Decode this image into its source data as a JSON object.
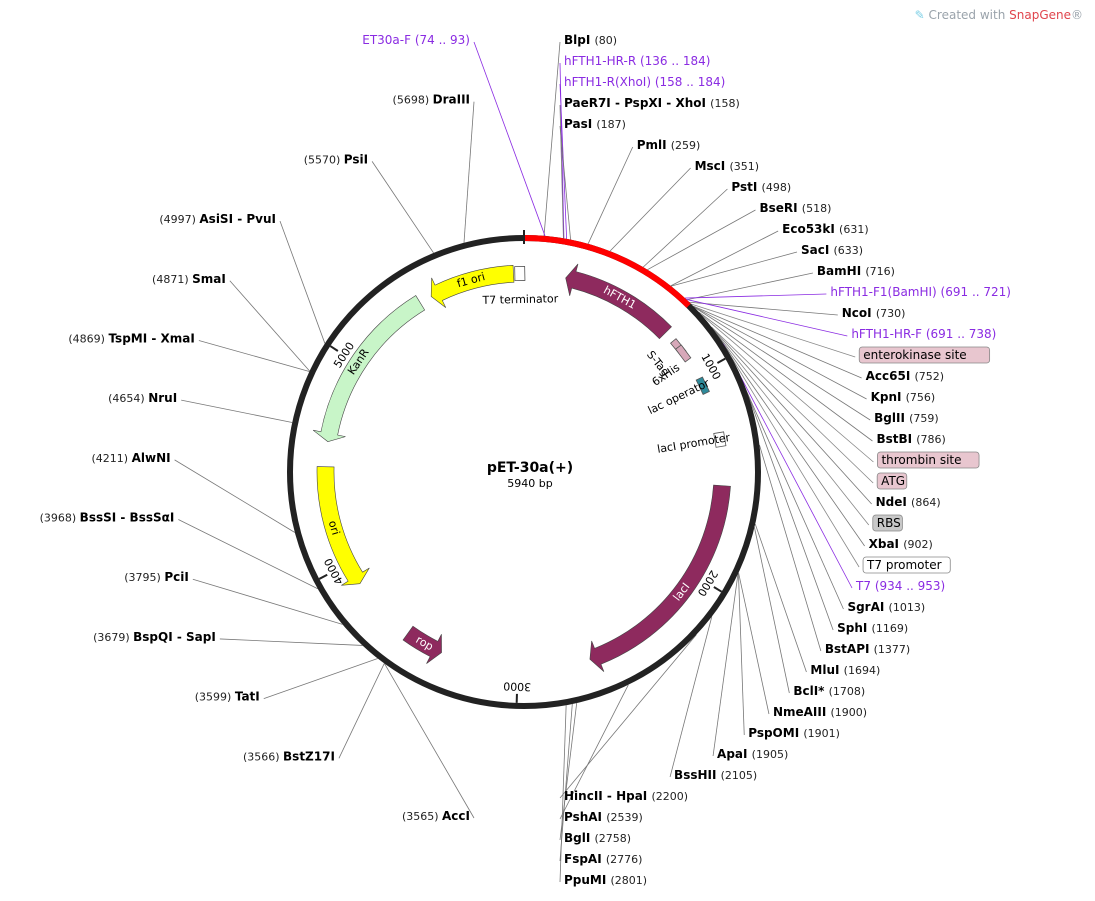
{
  "watermark": {
    "prefix": "Created with ",
    "brand": "SnapGene",
    "suffix": "®"
  },
  "plasmid": {
    "name": "pET-30a(+)",
    "size_label": "5940 bp",
    "length": 5940
  },
  "ticks": [
    {
      "pos": 1000,
      "label": "1000"
    },
    {
      "pos": 2000,
      "label": "2000"
    },
    {
      "pos": 3000,
      "label": "3000"
    },
    {
      "pos": 4000,
      "label": "4000"
    },
    {
      "pos": 5000,
      "label": "5000"
    }
  ],
  "features": [
    {
      "name": "hFTH1",
      "label": "hFTH1",
      "start": 200,
      "end": 750,
      "strand": -1,
      "color": "#8e2a5e"
    },
    {
      "name": "lacI",
      "label": "lacI",
      "start": 1550,
      "end": 2650,
      "strand": 1,
      "color": "#8e2a5e"
    },
    {
      "name": "rop",
      "label": "rop",
      "start": 3375,
      "end": 3560,
      "strand": -1,
      "color": "#8e2a5e"
    },
    {
      "name": "ori",
      "label": "ori",
      "start": 3890,
      "end": 4480,
      "strand": -1,
      "color": "#ffff00"
    },
    {
      "name": "KanR",
      "label": "KanR",
      "start": 4600,
      "end": 5420,
      "strand": -1,
      "color": "#c8f5c8"
    },
    {
      "name": "f1 ori",
      "label": "f1 ori",
      "start": 5480,
      "end": 5890,
      "strand": -1,
      "color": "#ffff00"
    }
  ],
  "inner_labels": [
    {
      "label": "T7 terminator",
      "pos": 5920
    },
    {
      "label": "S-Tag",
      "pos": 842
    },
    {
      "label": "6xHis",
      "pos": 920
    },
    {
      "label": "lac operator",
      "pos": 1060
    },
    {
      "label": "lacI promoter",
      "pos": 1330
    }
  ],
  "highlight": {
    "start": 0,
    "end": 738,
    "color": "#ff0000"
  },
  "sites": [
    {
      "name": "BlpI",
      "pos_label": "(80)",
      "pos": 80,
      "side": "right",
      "kind": "enzyme"
    },
    {
      "name": "hFTH1-HR-R",
      "pos_label": "(136 .. 184)",
      "pos": 160,
      "side": "right",
      "kind": "primer"
    },
    {
      "name": "hFTH1-R(XhoI)",
      "pos_label": "(158 .. 184)",
      "pos": 171,
      "side": "right",
      "kind": "primer"
    },
    {
      "name": "PaeR7I - PspXI - XhoI",
      "pos_label": "(158)",
      "pos": 158,
      "side": "right",
      "kind": "enzyme"
    },
    {
      "name": "PasI",
      "pos_label": "(187)",
      "pos": 187,
      "side": "right",
      "kind": "enzyme"
    },
    {
      "name": "PmlI",
      "pos_label": "(259)",
      "pos": 259,
      "side": "right",
      "kind": "enzyme"
    },
    {
      "name": "MscI",
      "pos_label": "(351)",
      "pos": 351,
      "side": "right",
      "kind": "enzyme"
    },
    {
      "name": "PstI",
      "pos_label": "(498)",
      "pos": 498,
      "side": "right",
      "kind": "enzyme"
    },
    {
      "name": "BseRI",
      "pos_label": "(518)",
      "pos": 518,
      "side": "right",
      "kind": "enzyme"
    },
    {
      "name": "Eco53kI",
      "pos_label": "(631)",
      "pos": 631,
      "side": "right",
      "kind": "enzyme"
    },
    {
      "name": "SacI",
      "pos_label": "(633)",
      "pos": 633,
      "side": "right",
      "kind": "enzyme"
    },
    {
      "name": "BamHI",
      "pos_label": "(716)",
      "pos": 716,
      "side": "right",
      "kind": "enzyme"
    },
    {
      "name": "hFTH1-F1(BamHI)",
      "pos_label": "(691 .. 721)",
      "pos": 706,
      "side": "right",
      "kind": "primer"
    },
    {
      "name": "NcoI",
      "pos_label": "(730)",
      "pos": 730,
      "side": "right",
      "kind": "enzyme"
    },
    {
      "name": "hFTH1-HR-F",
      "pos_label": "(691 .. 738)",
      "pos": 714,
      "side": "right",
      "kind": "primer"
    },
    {
      "name": "enterokinase site",
      "pos_label": "",
      "pos": 740,
      "side": "right",
      "kind": "feature",
      "color": "#e8c6cf"
    },
    {
      "name": "Acc65I",
      "pos_label": "(752)",
      "pos": 752,
      "side": "right",
      "kind": "enzyme"
    },
    {
      "name": "KpnI",
      "pos_label": "(756)",
      "pos": 756,
      "side": "right",
      "kind": "enzyme"
    },
    {
      "name": "BglII",
      "pos_label": "(759)",
      "pos": 759,
      "side": "right",
      "kind": "enzyme"
    },
    {
      "name": "BstBI",
      "pos_label": "(786)",
      "pos": 786,
      "side": "right",
      "kind": "enzyme"
    },
    {
      "name": "thrombin site",
      "pos_label": "",
      "pos": 800,
      "side": "right",
      "kind": "feature",
      "color": "#e8c6cf"
    },
    {
      "name": "ATG",
      "pos_label": "",
      "pos": 862,
      "side": "right",
      "kind": "feature",
      "color": "#e8c6cf"
    },
    {
      "name": "NdeI",
      "pos_label": "(864)",
      "pos": 864,
      "side": "right",
      "kind": "enzyme"
    },
    {
      "name": "RBS",
      "pos_label": "",
      "pos": 880,
      "side": "right",
      "kind": "feature",
      "color": "#c8c8c8"
    },
    {
      "name": "XbaI",
      "pos_label": "(902)",
      "pos": 902,
      "side": "right",
      "kind": "enzyme"
    },
    {
      "name": "T7 promoter",
      "pos_label": "",
      "pos": 935,
      "side": "right",
      "kind": "feature",
      "color": "#ffffff"
    },
    {
      "name": "T7",
      "pos_label": "(934 .. 953)",
      "pos": 944,
      "side": "right",
      "kind": "primer"
    },
    {
      "name": "SgrAI",
      "pos_label": "(1013)",
      "pos": 1013,
      "side": "right",
      "kind": "enzyme"
    },
    {
      "name": "SphI",
      "pos_label": "(1169)",
      "pos": 1169,
      "side": "right",
      "kind": "enzyme"
    },
    {
      "name": "BstAPI",
      "pos_label": "(1377)",
      "pos": 1377,
      "side": "right",
      "kind": "enzyme"
    },
    {
      "name": "MluI",
      "pos_label": "(1694)",
      "pos": 1694,
      "side": "right",
      "kind": "enzyme"
    },
    {
      "name": "BclI*",
      "pos_label": "(1708)",
      "pos": 1708,
      "side": "right",
      "kind": "enzyme-gray"
    },
    {
      "name": "NmeAIII",
      "pos_label": "(1900)",
      "pos": 1900,
      "side": "right",
      "kind": "enzyme"
    },
    {
      "name": "PspOMI",
      "pos_label": "(1901)",
      "pos": 1901,
      "side": "right",
      "kind": "enzyme"
    },
    {
      "name": "ApaI",
      "pos_label": "(1905)",
      "pos": 1905,
      "side": "right",
      "kind": "enzyme"
    },
    {
      "name": "BssHII",
      "pos_label": "(2105)",
      "pos": 2105,
      "side": "right",
      "kind": "enzyme"
    },
    {
      "name": "HincII - HpaI",
      "pos_label": "(2200)",
      "pos": 2200,
      "side": "right",
      "kind": "enzyme"
    },
    {
      "name": "PshAI",
      "pos_label": "(2539)",
      "pos": 2539,
      "side": "right",
      "kind": "enzyme"
    },
    {
      "name": "BglI",
      "pos_label": "(2758)",
      "pos": 2758,
      "side": "right",
      "kind": "enzyme"
    },
    {
      "name": "FspAI",
      "pos_label": "(2776)",
      "pos": 2776,
      "side": "right",
      "kind": "enzyme"
    },
    {
      "name": "PpuMI",
      "pos_label": "(2801)",
      "pos": 2801,
      "side": "right",
      "kind": "enzyme"
    },
    {
      "name": "AccI",
      "pos_label": "(3565)",
      "pos": 3565,
      "side": "left",
      "kind": "enzyme"
    },
    {
      "name": "BstZ17I",
      "pos_label": "(3566)",
      "pos": 3566,
      "side": "left",
      "kind": "enzyme"
    },
    {
      "name": "TatI",
      "pos_label": "(3599)",
      "pos": 3599,
      "side": "left",
      "kind": "enzyme"
    },
    {
      "name": "BspQI - SapI",
      "pos_label": "(3679)",
      "pos": 3679,
      "side": "left",
      "kind": "enzyme"
    },
    {
      "name": "PciI",
      "pos_label": "(3795)",
      "pos": 3795,
      "side": "left",
      "kind": "enzyme"
    },
    {
      "name": "BssSI - BssSαI",
      "pos_label": "(3968)",
      "pos": 3968,
      "side": "left",
      "kind": "enzyme"
    },
    {
      "name": "AlwNI",
      "pos_label": "(4211)",
      "pos": 4211,
      "side": "left",
      "kind": "enzyme"
    },
    {
      "name": "NruI",
      "pos_label": "(4654)",
      "pos": 4654,
      "side": "left",
      "kind": "enzyme"
    },
    {
      "name": "TspMI - XmaI",
      "pos_label": "(4869)",
      "pos": 4869,
      "side": "left",
      "kind": "enzyme"
    },
    {
      "name": "SmaI",
      "pos_label": "(4871)",
      "pos": 4871,
      "side": "left",
      "kind": "enzyme"
    },
    {
      "name": "AsiSI - PvuI",
      "pos_label": "(4997)",
      "pos": 4997,
      "side": "left",
      "kind": "enzyme"
    },
    {
      "name": "PsiI",
      "pos_label": "(5570)",
      "pos": 5570,
      "side": "left",
      "kind": "enzyme"
    },
    {
      "name": "DraIII",
      "pos_label": "(5698)",
      "pos": 5698,
      "side": "left",
      "kind": "enzyme"
    },
    {
      "name": "ET30a-F",
      "pos_label": "(74 .. 93)",
      "pos": 84,
      "side": "left",
      "kind": "primer"
    }
  ]
}
